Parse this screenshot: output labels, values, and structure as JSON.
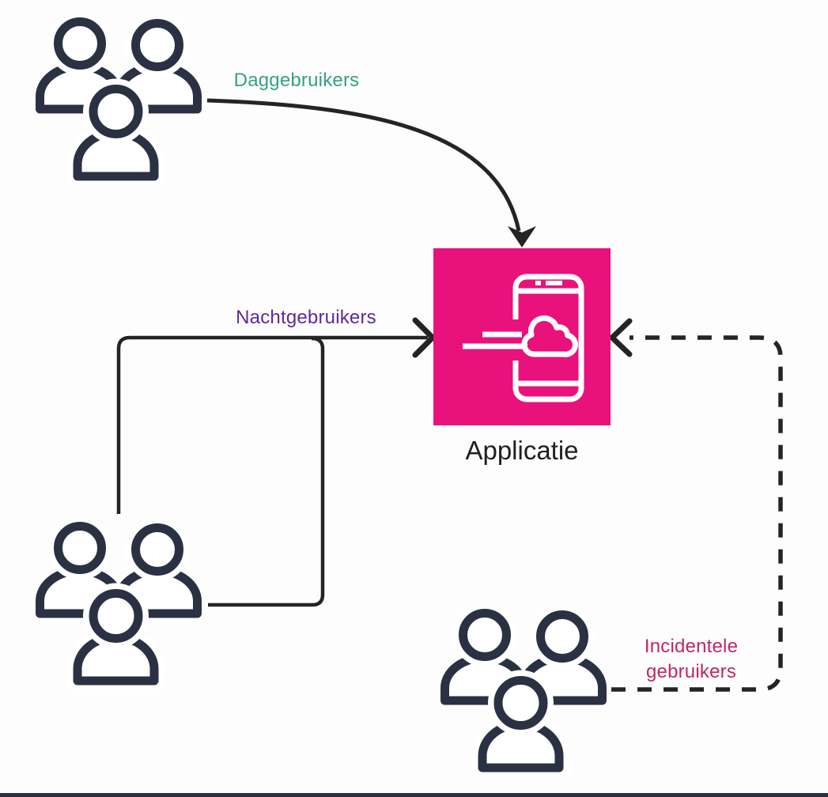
{
  "colors": {
    "background": "#fdfdfd",
    "icon_dark": "#2a3142",
    "app_pink": "#e9117c",
    "day_teal": "#35a186",
    "night_purple": "#5c2a9c",
    "incidental_crimson": "#c42565",
    "line_dark": "#242424",
    "app_label_dark": "#202020"
  },
  "nodes": {
    "app": {
      "label": "Applicatie",
      "icon": "mobile-app-cloud-icon"
    },
    "day_users": {
      "icon": "users-group-icon"
    },
    "night_users": {
      "icon": "users-group-icon"
    },
    "incidental_users": {
      "icon": "users-group-icon"
    }
  },
  "edges": {
    "day": {
      "label": "Daggebruikers",
      "style": "solid-curved-arrow",
      "from": "day_users",
      "to": "app"
    },
    "night": {
      "label": "Nachtgebruikers",
      "style": "solid-orthogonal-arrow",
      "from": "night_users",
      "to": "app"
    },
    "incidental": {
      "label_line1": "Incidentele",
      "label_line2": "gebruikers",
      "style": "dashed-orthogonal-arrow",
      "from": "incidental_users",
      "to": "app"
    }
  }
}
